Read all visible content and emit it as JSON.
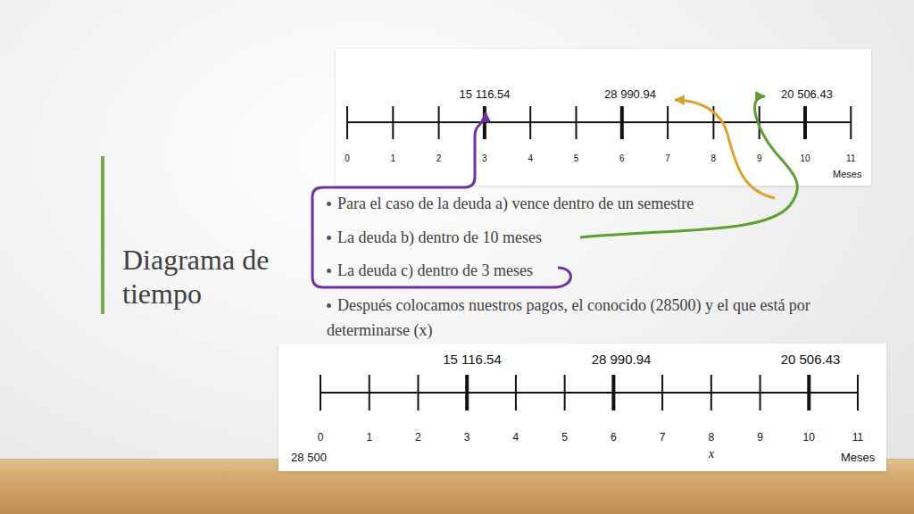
{
  "diagram": {
    "title": "Diagrama de tiempo",
    "labels": [
      "15 116.54",
      "28 990.94",
      "20 506.43",
      "0",
      "1",
      "2",
      "3",
      "4",
      "5",
      "6",
      "7",
      "8",
      "9",
      "10",
      "11",
      "Meses",
      "Para el caso de la deuda a) vence dentro de un semestre",
      "La deuda b) dentro de 10 meses",
      "La deuda c) dentro de 3 meses",
      "Después colocamos nuestros pagos, el conocido (28500) y el que está por determinarse (x)",
      "15 116.54",
      "28 990.94",
      "20 506.43",
      "0",
      "1",
      "2",
      "3",
      "4",
      "5",
      "6",
      "7",
      "8",
      "9",
      "10",
      "11",
      "28 500",
      "x",
      "Meses"
    ]
  }
}
